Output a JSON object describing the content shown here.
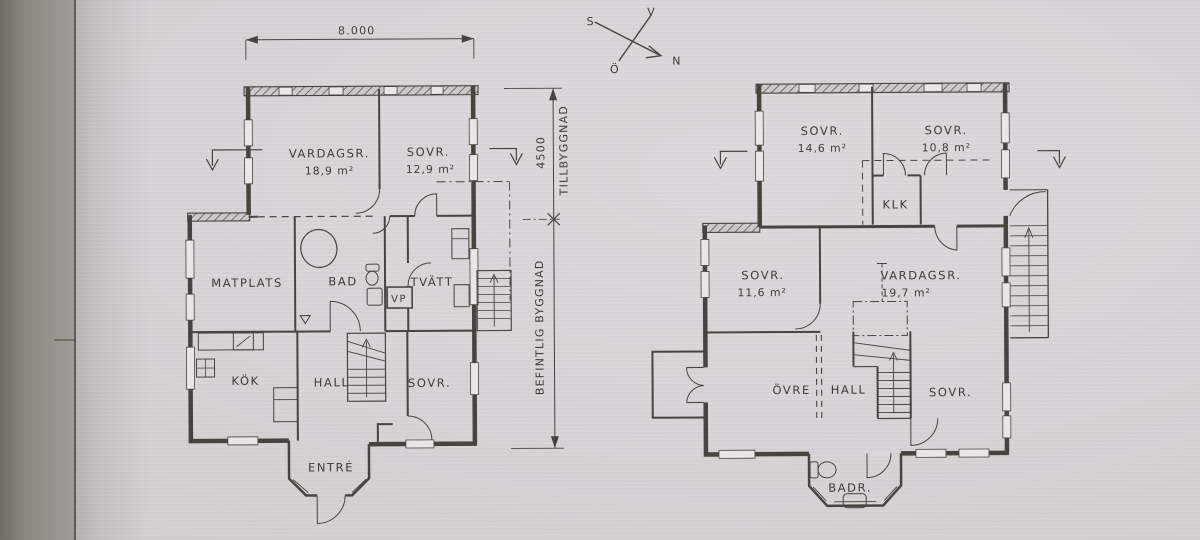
{
  "meta": {
    "drawing_type": "hand-drafted architectural floor plan, photographed",
    "paper_color": "#d5d1d4",
    "ink_color": "#47433f"
  },
  "compass": {
    "south": "S",
    "west": "V",
    "east": "Ö",
    "north": "N"
  },
  "dimensions": {
    "top_width": "8.000",
    "extension_value": "4500",
    "extension_label": "TILLBYGGNAD",
    "existing_label": "BEFINTLIG BYGGNAD"
  },
  "ground_floor": {
    "vardagsrum": {
      "label": "VARDAGSR.",
      "area": "18,9 m²"
    },
    "sovrum1": {
      "label": "SOVR.",
      "area": "12,9 m²"
    },
    "matplats": {
      "label": "MATPLATS"
    },
    "bad": {
      "label": "BAD"
    },
    "tvatt": {
      "label": "TVÄTT"
    },
    "vp": {
      "label": "VP"
    },
    "kok": {
      "label": "KÖK"
    },
    "hall": {
      "label": "HALL"
    },
    "sovrum2": {
      "label": "SOVR."
    },
    "entre": {
      "label": "ENTRÉ"
    }
  },
  "upper_floor": {
    "sovrum1": {
      "label": "SOVR.",
      "area": "14,6 m²"
    },
    "sovrum2": {
      "label": "SOVR.",
      "area": "10,8 m²"
    },
    "klk": {
      "label": "KLK"
    },
    "sovrum3": {
      "label": "SOVR.",
      "area": "11,6 m²"
    },
    "vardagsrum": {
      "label": "VARDAGSR.",
      "area": "19,7 m²"
    },
    "ovre": {
      "label": "ÖVRE"
    },
    "hall": {
      "label": "HALL"
    },
    "sovrum4": {
      "label": "SOVR."
    },
    "badr": {
      "label": "BADR."
    }
  }
}
